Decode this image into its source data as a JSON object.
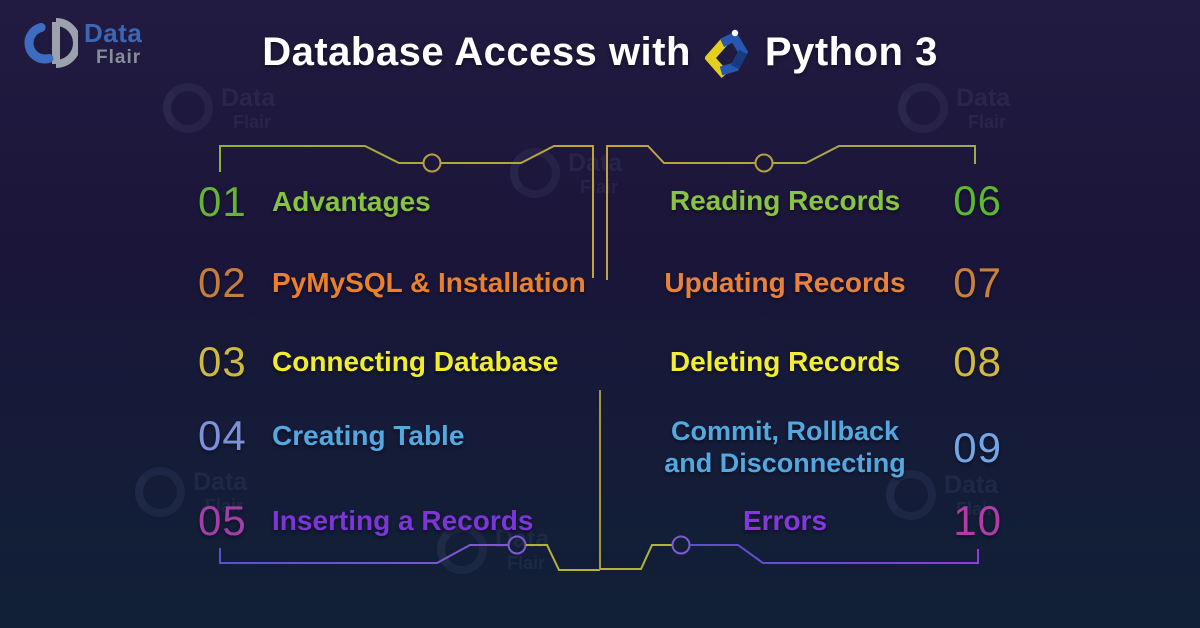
{
  "brand": {
    "name_top": "Data",
    "name_bottom": "Flair"
  },
  "header": {
    "title_prefix": "Database Access with",
    "title_suffix": "Python 3"
  },
  "watermark": {
    "top": "Data",
    "bottom": "Flair"
  },
  "topics": {
    "left": [
      {
        "num": "01",
        "label": "Advantages",
        "num_color": "#67b435",
        "label_color": "#86c33f"
      },
      {
        "num": "02",
        "label": "PyMySQL & Installation",
        "num_color": "#c77c3a",
        "label_color": "#e8802e"
      },
      {
        "num": "03",
        "label": "Connecting Database",
        "num_color": "#cdb93d",
        "label_color": "#f1ee2e"
      },
      {
        "num": "04",
        "label": "Creating Table",
        "num_color": "#7e90da",
        "label_color": "#55a7e0"
      },
      {
        "num": "05",
        "label": "Inserting a Records",
        "num_color": "#a23ea8",
        "label_color": "#7c36d8"
      }
    ],
    "right": [
      {
        "num": "06",
        "label": "Reading Records",
        "num_color": "#5cb92e",
        "label_color": "#8ac344"
      },
      {
        "num": "07",
        "label": "Updating Records",
        "num_color": "#c8813c",
        "label_color": "#e8823a"
      },
      {
        "num": "08",
        "label": "Deleting Records",
        "num_color": "#d2b83e",
        "label_color": "#f1ee34"
      },
      {
        "num": "09",
        "label": "Commit, Rollback\nand Disconnecting",
        "num_color": "#74a6e6",
        "label_color": "#54a8e0"
      },
      {
        "num": "10",
        "label": "Errors",
        "num_color": "#b13ba8",
        "label_color": "#8438dd"
      }
    ]
  },
  "colors": {
    "background_top": "#221b41",
    "background_bottom": "#112036",
    "title_text": "#ffffff",
    "brand_blue": "#3b67b5",
    "brand_gray": "#878d9b",
    "python_logo_blue": "#2757b0",
    "python_logo_dark_blue": "#173a80",
    "python_logo_yellow": "#e3cf1f",
    "line_green": "#8fb03c",
    "line_gold": "#c2a23c",
    "line_node_gold": "#b5a13e",
    "line_indigo": "#5a50cc",
    "line_violet": "#8a3fd8",
    "line_node_purple": "#7e5ad0",
    "line_yellow": "#b2b43a",
    "line_center_gold": "#a3963e"
  }
}
